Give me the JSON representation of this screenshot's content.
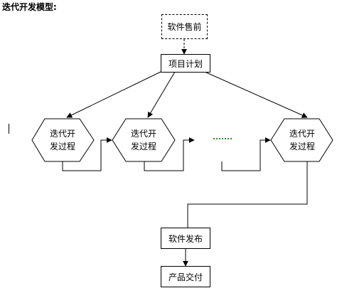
{
  "title": "迭代开发模型:",
  "nodes": {
    "presales": "软件售前",
    "planning": "项目计划",
    "iteration_1": [
      "迭代开",
      "发过程"
    ],
    "iteration_2": [
      "迭代开",
      "发过程"
    ],
    "iteration_n": [
      "迭代开",
      "发过程"
    ],
    "release": "软件发布",
    "delivery": "产品交付"
  },
  "colors": {
    "stroke": "#000000",
    "background": "#ffffff",
    "ellipsis": "#2a8a2a"
  }
}
